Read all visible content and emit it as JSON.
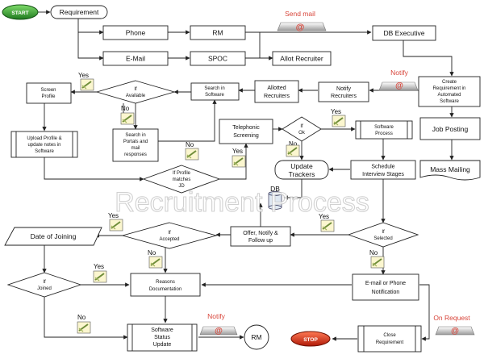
{
  "title": "Recruitment Process",
  "nodes": {
    "start": "START",
    "requirement": "Requirement",
    "phone": "Phone",
    "email": "E-Mail",
    "rm_top": "RM",
    "spoc": "SPOC",
    "allot_recruiter": "Allot Recruiter",
    "send_mail": "Send mail",
    "db_executive": "DB Executive",
    "notify_top": "Notify",
    "create_requirement": [
      "Create",
      "Requirement in",
      "Automated",
      "Software"
    ],
    "job_posting": "Job Posting",
    "mass_mailing": "Mass Mailing",
    "notify_recruiters": [
      "Notify",
      "Recruiters"
    ],
    "allotted_recruiters": [
      "Allotted",
      "Recruiters"
    ],
    "search_in_software": [
      "Search in",
      "Software"
    ],
    "if_available": [
      "If",
      "Available"
    ],
    "screen_profile": [
      "Screen",
      "Profile"
    ],
    "search_portals": [
      "Search in",
      "Portals and",
      "mail",
      "responses"
    ],
    "upload_profile": [
      "Upload Profile &",
      "update notes in",
      "Software"
    ],
    "telephonic_screening": [
      "Telephonic",
      "Screening"
    ],
    "if_ok": [
      "If",
      "Ok"
    ],
    "software_process": [
      "Software",
      "Process"
    ],
    "update_trackers": [
      "Update",
      "Trackers"
    ],
    "schedule_interview": [
      "Schedule",
      "Interview Stages"
    ],
    "if_profile_matches": [
      "If Profile",
      "matches",
      "JD"
    ],
    "db": "DB",
    "offer_notify": [
      "Offer, Notify &",
      "Follow up"
    ],
    "if_selected": [
      "If",
      "Selected"
    ],
    "if_accepted": [
      "If",
      "Accepted"
    ],
    "date_of_joining": "Date of Joining",
    "if_joined": [
      "If",
      "Joined"
    ],
    "reasons_documentation": [
      "Reasons",
      "Documentation"
    ],
    "email_phone_notification": [
      "E-mail or Phone",
      "Notification"
    ],
    "software_status_update": [
      "Software",
      "Status",
      "Update"
    ],
    "notify_bottom": "Notify",
    "rm_bottom": "RM",
    "stop": "STOP",
    "close_requirement": [
      "Close",
      "Requirement"
    ],
    "on_request": "On Request"
  },
  "labels": {
    "yes": "Yes",
    "no": "No"
  },
  "colors": {
    "start_fill": "#2e8b2e",
    "stop_fill": "#cc2a12",
    "accent_red": "#d8453a",
    "mail_icon": "#7a7a7a",
    "note_icon": "#6f8d3a"
  }
}
